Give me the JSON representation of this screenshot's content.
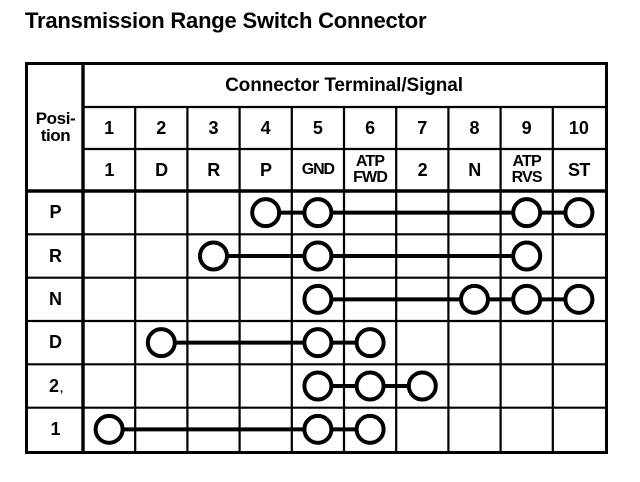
{
  "page": {
    "title": "Transmission Range Switch Connector"
  },
  "table": {
    "group_header": "Connector Terminal/Signal",
    "position_header_line1": "Posi-",
    "position_header_line2": "tion",
    "terminal_numbers": [
      "1",
      "2",
      "3",
      "4",
      "5",
      "6",
      "7",
      "8",
      "9",
      "10"
    ],
    "signals": [
      {
        "text": "1",
        "lines": [
          "1"
        ]
      },
      {
        "text": "D",
        "lines": [
          "D"
        ]
      },
      {
        "text": "R",
        "lines": [
          "R"
        ]
      },
      {
        "text": "P",
        "lines": [
          "P"
        ]
      },
      {
        "text": "GND",
        "lines": [
          "GND"
        ]
      },
      {
        "text": "ATP FWD",
        "lines": [
          "ATP",
          "FWD"
        ]
      },
      {
        "text": "2",
        "lines": [
          "2"
        ]
      },
      {
        "text": "N",
        "lines": [
          "N"
        ]
      },
      {
        "text": "ATP RVS",
        "lines": [
          "ATP",
          "RVS"
        ]
      },
      {
        "text": "ST",
        "lines": [
          "ST"
        ]
      }
    ],
    "rows": [
      {
        "position": "P",
        "subscript": "",
        "connected_terminals": [
          4,
          5,
          9,
          10
        ]
      },
      {
        "position": "R",
        "subscript": "",
        "connected_terminals": [
          3,
          5,
          9
        ]
      },
      {
        "position": "N",
        "subscript": "",
        "connected_terminals": [
          5,
          8,
          9,
          10
        ]
      },
      {
        "position": "D",
        "subscript": "",
        "connected_terminals": [
          2,
          5,
          6
        ]
      },
      {
        "position": "2",
        "subscript": ",",
        "connected_terminals": [
          5,
          6,
          7
        ]
      },
      {
        "position": "1",
        "subscript": "",
        "connected_terminals": [
          1,
          5,
          6
        ]
      }
    ]
  },
  "colors": {
    "ink": "#000000",
    "paper": "#ffffff"
  }
}
